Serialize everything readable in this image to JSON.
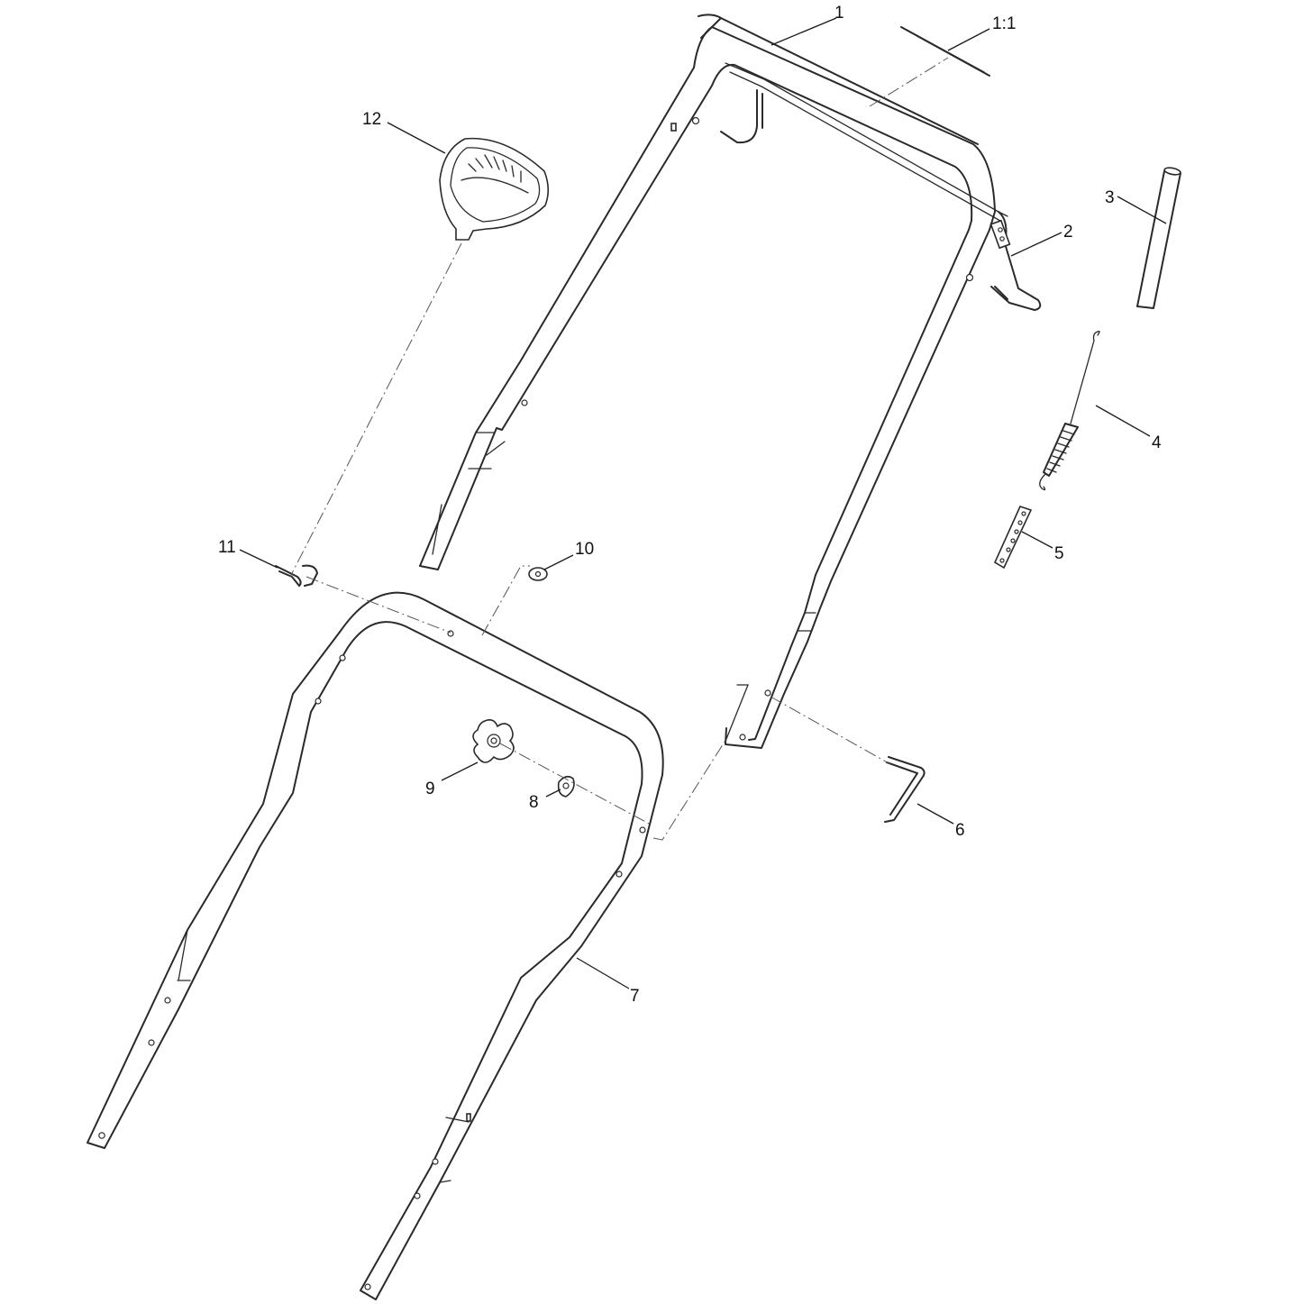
{
  "callouts": {
    "c1": "1",
    "c1_1": "1:1",
    "c2": "2",
    "c3": "3",
    "c4": "4",
    "c5": "5",
    "c6": "6",
    "c7": "7",
    "c8": "8",
    "c9": "9",
    "c10": "10",
    "c11": "11",
    "c12": "12"
  }
}
